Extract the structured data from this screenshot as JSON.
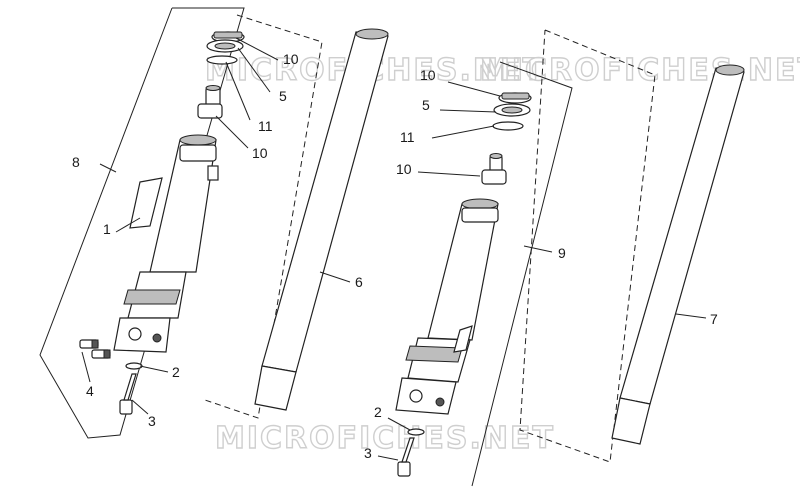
{
  "watermark": "MICROFICHES.NET",
  "left_assembly": {
    "labels": {
      "l10a": "10",
      "l5": "5",
      "l11": "11",
      "l10b": "10",
      "l8": "8",
      "l1": "1",
      "l6": "6",
      "l2": "2",
      "l4": "4",
      "l3": "3"
    }
  },
  "right_assembly": {
    "labels": {
      "l10a": "10",
      "l5": "5",
      "l11": "11",
      "l10b": "10",
      "l9": "9",
      "l7": "7",
      "l2": "2",
      "l3": "3"
    }
  }
}
